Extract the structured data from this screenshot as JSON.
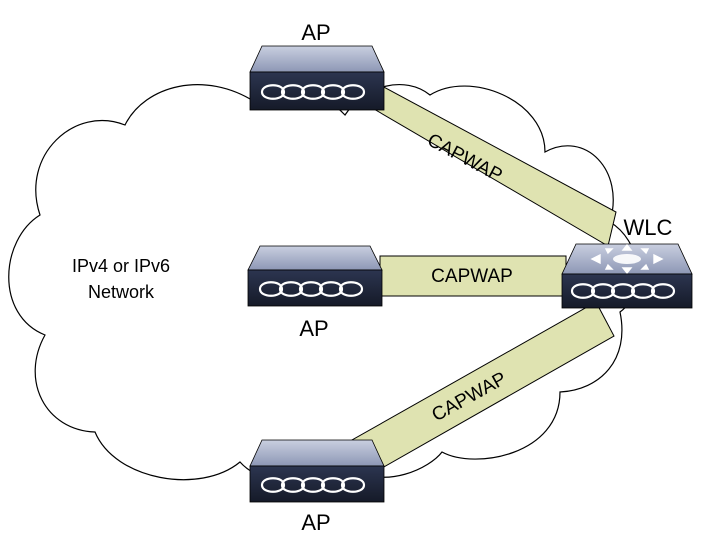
{
  "diagram": {
    "network_label_line1": "IPv4 or IPv6",
    "network_label_line2": "Network",
    "wlc_label": "WLC",
    "aps": [
      {
        "label": "AP"
      },
      {
        "label": "AP"
      },
      {
        "label": "AP"
      }
    ],
    "tunnels": [
      {
        "label": "CAPWAP"
      },
      {
        "label": "CAPWAP"
      },
      {
        "label": "CAPWAP"
      }
    ],
    "colors": {
      "tunnel_fill": "#dfe3b1",
      "tunnel_stroke": "#000000",
      "device_top": "#a9b1c9",
      "device_front": "#1f2638",
      "port_ring": "#ffffff",
      "cloud_fill": "#ffffff",
      "cloud_stroke": "#000000"
    }
  }
}
